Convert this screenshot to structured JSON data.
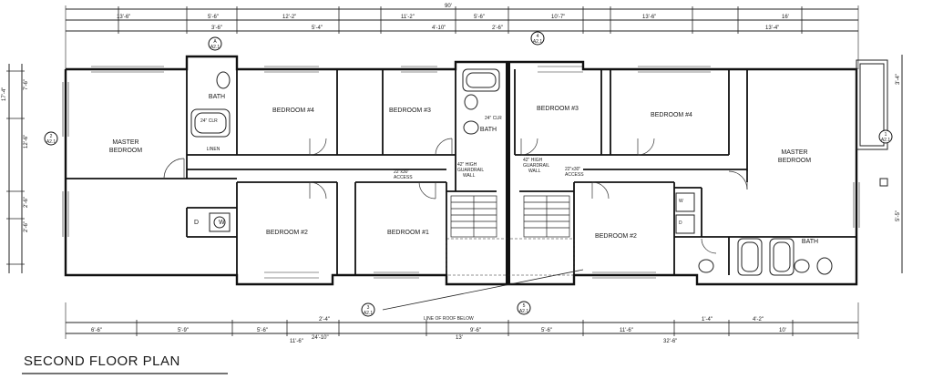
{
  "title": "SECOND FLOOR PLAN",
  "overall_width": "90'",
  "rooms": {
    "master_left": [
      "MASTER",
      "BEDROOM"
    ],
    "bath_left": "BATH",
    "linen": "LINEN",
    "bed4_left": "BEDROOM #4",
    "bed3_left": "BEDROOM #3",
    "bath_center": "BATH",
    "bed3_right": "BEDROOM #3",
    "bed4_right": "BEDROOM #4",
    "master_right": [
      "MASTER",
      "BEDROOM"
    ],
    "bed2_left": "BEDROOM #2",
    "bed1_left": "BEDROOM #1",
    "bed2_right": "BEDROOM #2",
    "bath_right": "BATH",
    "dw_left": [
      "D",
      "W"
    ],
    "dw_right": [
      "W",
      "D"
    ]
  },
  "notes": {
    "clr_left": "24\" CLR",
    "clr_center": "24\" CLR",
    "attic_left": [
      "22\"x30\"",
      "ACCESS"
    ],
    "attic_right": [
      "22\"x30\"",
      "ACCESS"
    ],
    "guardrail_left": [
      "42\" HIGH",
      "GUARDRAIL",
      "WALL"
    ],
    "guardrail_right": [
      "42\" HIGH",
      "GUARDRAIL",
      "WALL"
    ],
    "roof_line": "LINE OF ROOF BELOW"
  },
  "dims_top": [
    "13'-6\"",
    "5'-6\"",
    "12'-2\"",
    "11'-2\"",
    "5'-6\"",
    "10'-7\"",
    "13'-6\"",
    "16'",
    "3'-6\"",
    "5'-4\"",
    "4'-10\"",
    "2'-6\"",
    "13'-4\""
  ],
  "dims_bottom": [
    "6'-6\"",
    "5'-9\"",
    "5'-6\"",
    "11'-6\"",
    "24'-10\"",
    "13'",
    "9'-6\"",
    "5'-6\"",
    "11'-6\"",
    "32'-6\"",
    "10'",
    "2'-4\"",
    "1'-4\"",
    "4'-2\""
  ],
  "dims_side": [
    "17'-4\"",
    "7'-6\"",
    "12'-6\"",
    "2'-6\"",
    "2'-6\"",
    "3'-4\"",
    "5'-5\""
  ],
  "section_markers": [
    "A",
    "A2.1",
    "4",
    "A2.1",
    "2",
    "A2.1",
    "1",
    "A2.1",
    "3",
    "A2.1",
    "5",
    "A2.1"
  ]
}
